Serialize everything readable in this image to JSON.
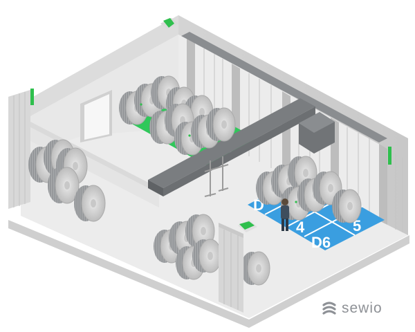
{
  "zones": {
    "d_top_left": "D",
    "d4": "4",
    "d5": "5",
    "d6": "D6"
  },
  "brand": {
    "name": "sewio"
  },
  "colors": {
    "zone_green": "#2fc85a",
    "zone_blue": "#3a9ee0",
    "anchor_green": "#2fbf4d",
    "wall": "#e6e6e6",
    "floor": "#ededed",
    "crane": "#7a7d80",
    "reel": "#b8babc"
  },
  "icons": {
    "brand_logo": "sewio-logo-icon"
  }
}
